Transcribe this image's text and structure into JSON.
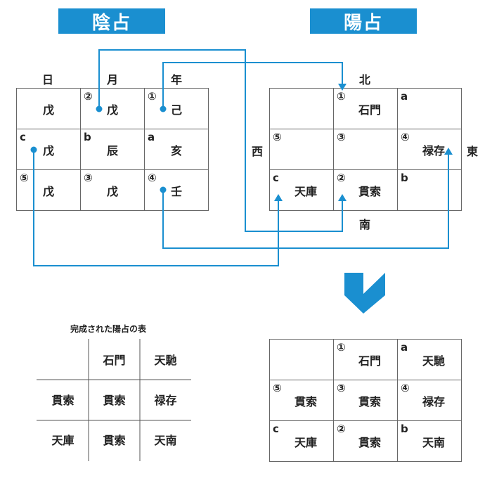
{
  "banners": {
    "yin": "陰占",
    "yang": "陽占"
  },
  "yin_headers": [
    "日",
    "月",
    "年"
  ],
  "yin_grid": [
    [
      {
        "mark": "",
        "char": "戊"
      },
      {
        "mark": "②",
        "char": "戊"
      },
      {
        "mark": "①",
        "char": "己"
      }
    ],
    [
      {
        "mark": "c",
        "char": "戊"
      },
      {
        "mark": "b",
        "char": "辰"
      },
      {
        "mark": "a",
        "char": "亥"
      }
    ],
    [
      {
        "mark": "⑤",
        "char": "戊"
      },
      {
        "mark": "③",
        "char": "戊"
      },
      {
        "mark": "④",
        "char": "壬"
      }
    ]
  ],
  "directions": {
    "north": "北",
    "south": "南",
    "west": "西",
    "east": "東"
  },
  "yang_grid": [
    [
      {
        "mark": "",
        "char": ""
      },
      {
        "mark": "①",
        "char": "石門"
      },
      {
        "mark": "a",
        "char": ""
      }
    ],
    [
      {
        "mark": "⑤",
        "char": ""
      },
      {
        "mark": "③",
        "char": ""
      },
      {
        "mark": "④",
        "char": "禄存"
      }
    ],
    [
      {
        "mark": "c",
        "char": "天庫"
      },
      {
        "mark": "②",
        "char": "貫索"
      },
      {
        "mark": "b",
        "char": ""
      }
    ]
  ],
  "result_grid": [
    [
      {
        "mark": "",
        "char": ""
      },
      {
        "mark": "①",
        "char": "石門"
      },
      {
        "mark": "a",
        "char": "天馳"
      }
    ],
    [
      {
        "mark": "⑤",
        "char": "貫索"
      },
      {
        "mark": "③",
        "char": "貫索"
      },
      {
        "mark": "④",
        "char": "禄存"
      }
    ],
    [
      {
        "mark": "c",
        "char": "天庫"
      },
      {
        "mark": "②",
        "char": "貫索"
      },
      {
        "mark": "b",
        "char": "天南"
      }
    ]
  ],
  "completed_caption": "完成された陽占の表",
  "completed_table": [
    [
      "",
      "石門",
      "天馳"
    ],
    [
      "貫索",
      "貫索",
      "禄存"
    ],
    [
      "天庫",
      "貫索",
      "天南"
    ]
  ],
  "colors": {
    "accent": "#1a8fd0",
    "line": "#1a8fd0",
    "arrow_down": "#1a8fd0"
  }
}
